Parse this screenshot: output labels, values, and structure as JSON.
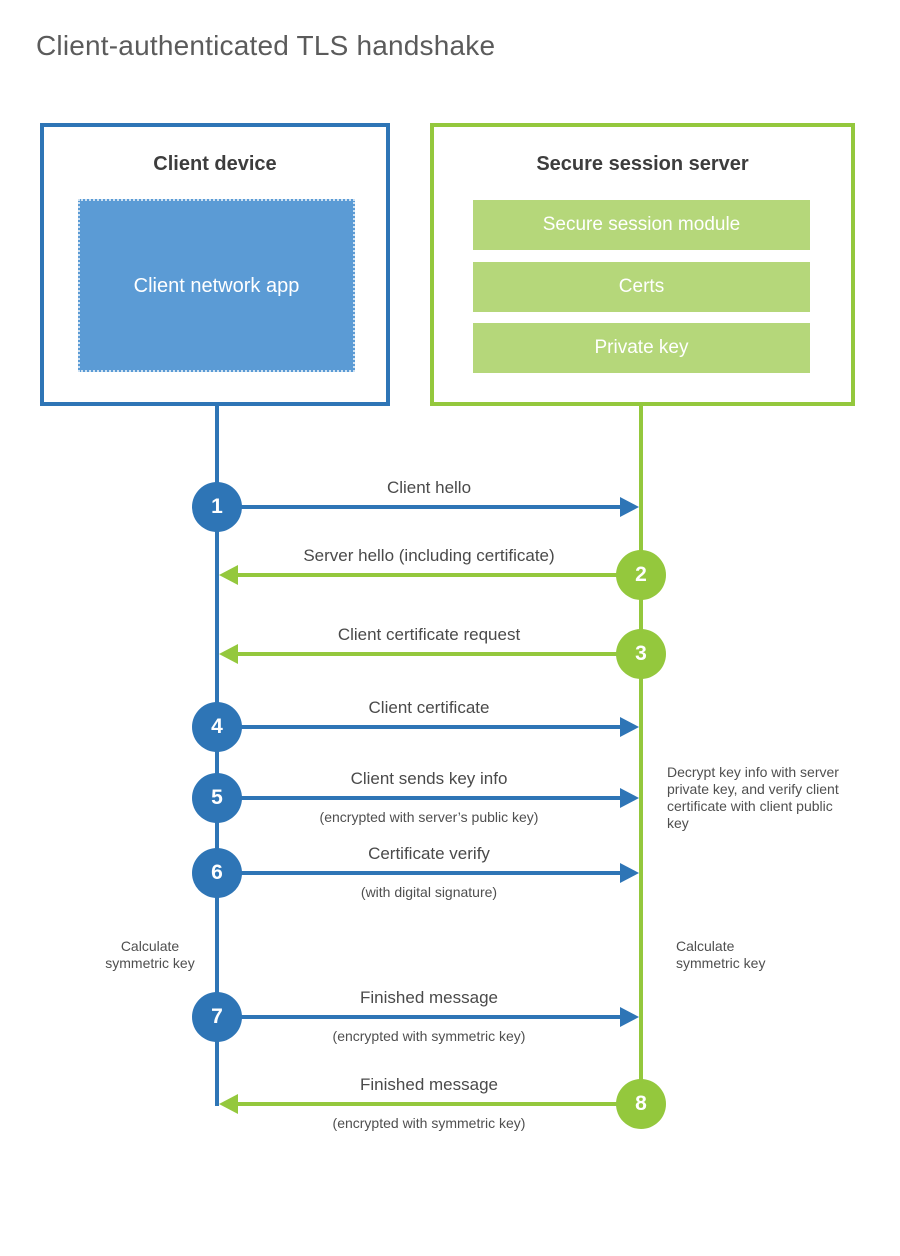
{
  "title": "Client-authenticated TLS handshake",
  "colors": {
    "blue": "#2e75b6",
    "blue_light": "#5b9bd5",
    "green": "#94c83d",
    "green_light": "#b5d77a"
  },
  "client_box": {
    "title": "Client device",
    "app_label": "Client network app"
  },
  "server_box": {
    "title": "Secure session server",
    "modules": [
      "Secure session module",
      "Certs",
      "Private key"
    ]
  },
  "steps": [
    {
      "number": "1",
      "label": "Client hello",
      "sublabel": "",
      "from": "client",
      "to": "server",
      "color": "blue"
    },
    {
      "number": "2",
      "label": "Server hello (including certificate)",
      "sublabel": "",
      "from": "server",
      "to": "client",
      "color": "green"
    },
    {
      "number": "3",
      "label": "Client certificate request",
      "sublabel": "",
      "from": "server",
      "to": "client",
      "color": "green"
    },
    {
      "number": "4",
      "label": "Client certificate",
      "sublabel": "",
      "from": "client",
      "to": "server",
      "color": "blue"
    },
    {
      "number": "5",
      "label": "Client sends key info",
      "sublabel": "(encrypted with server’s public key)",
      "from": "client",
      "to": "server",
      "color": "blue"
    },
    {
      "number": "6",
      "label": "Certificate verify",
      "sublabel": "(with digital signature)",
      "from": "client",
      "to": "server",
      "color": "blue"
    },
    {
      "number": "7",
      "label": "Finished message",
      "sublabel": "(encrypted with symmetric key)",
      "from": "client",
      "to": "server",
      "color": "blue"
    },
    {
      "number": "8",
      "label": "Finished message",
      "sublabel": "(encrypted with symmetric key)",
      "from": "server",
      "to": "client",
      "color": "green"
    }
  ],
  "annotations": {
    "decrypt_note": "Decrypt key info with server private key, and verify client certificate with client public key",
    "calc_left": "Calculate symmetric key",
    "calc_right": "Calculate symmetric key"
  }
}
